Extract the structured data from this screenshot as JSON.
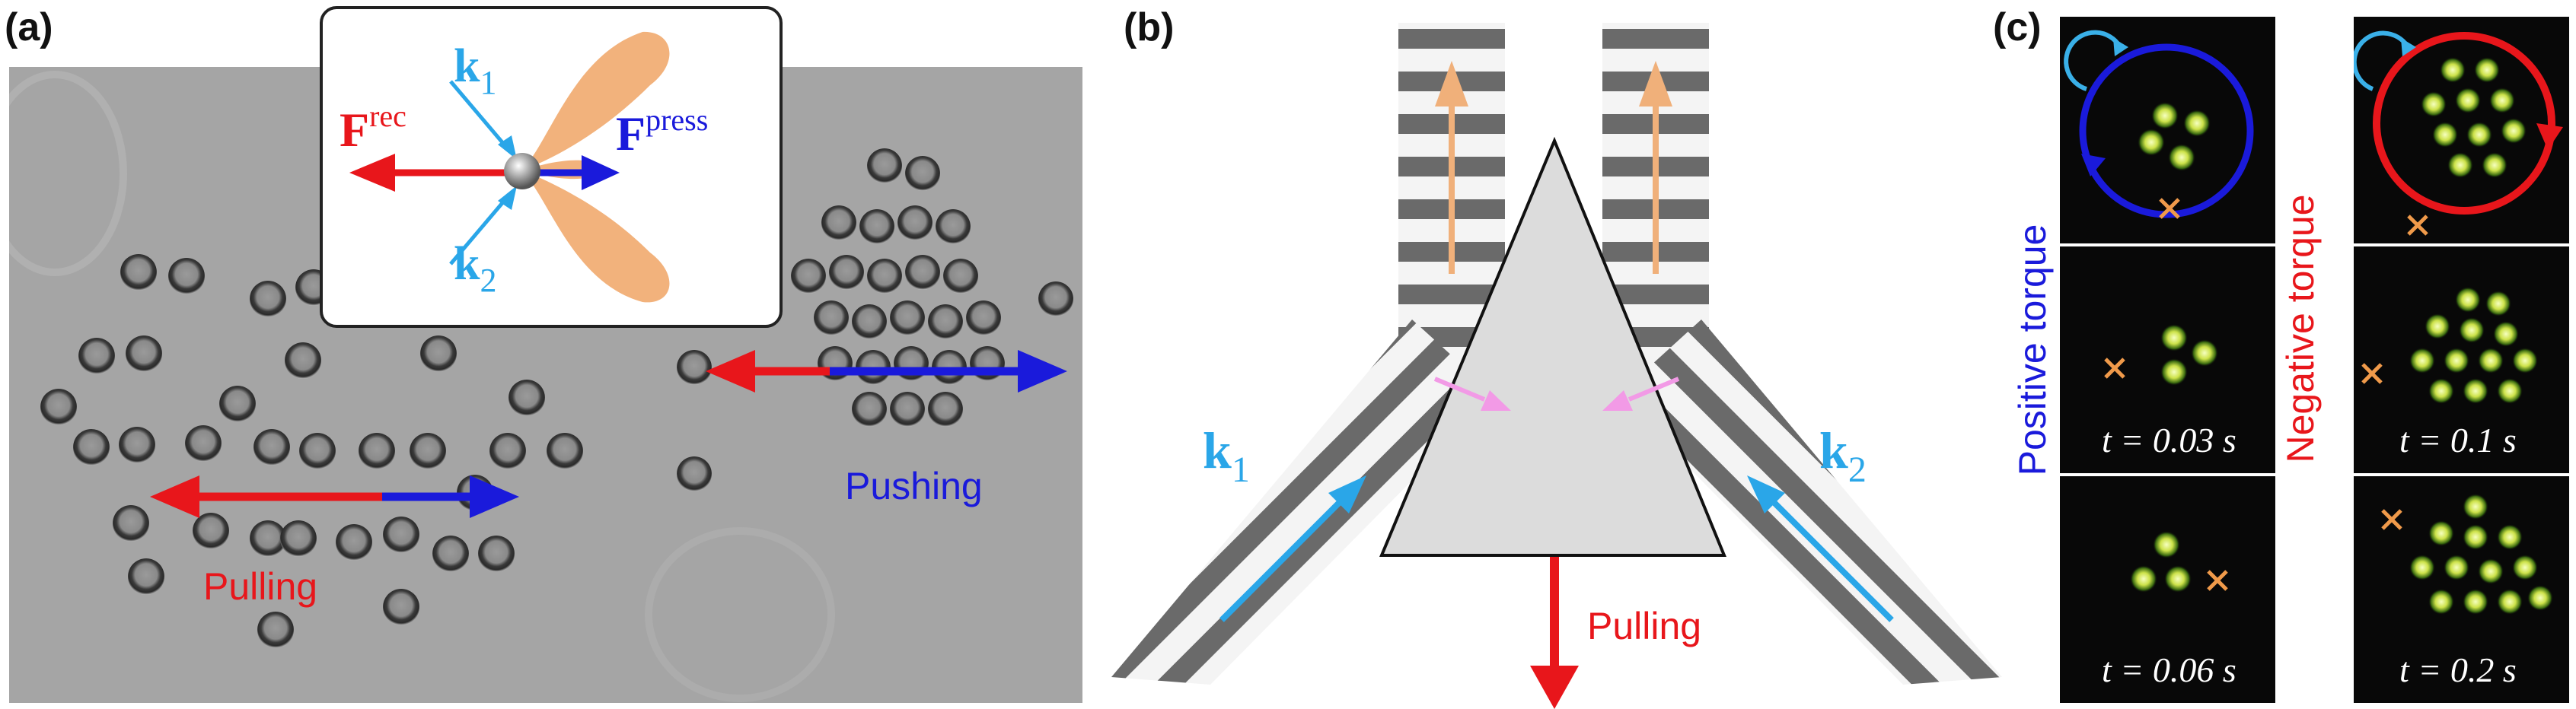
{
  "panels": {
    "a": {
      "label": "(a)",
      "inset": {
        "k1_sym": "k",
        "k1_sub": "1",
        "k2_sym": "k",
        "k2_sub": "2",
        "frec_sym": "F",
        "frec_sup": "rec",
        "fpress_sym": "F",
        "fpress_sup": "press"
      },
      "pushing_label": "Pushing",
      "pulling_label": "Pulling"
    },
    "b": {
      "label": "(b)",
      "k1_sym": "k",
      "k1_sub": "1",
      "k2_sym": "k",
      "k2_sub": "2",
      "pulling_label": "Pulling"
    },
    "c": {
      "label": "(c)",
      "positive_label": "Positive torque",
      "negative_label": "Negative torque",
      "t_left_mid": "t = 0.03 s",
      "t_left_bot": "t = 0.06 s",
      "t_right_mid": "t = 0.1 s",
      "t_right_bot": "t = 0.2 s"
    }
  },
  "colors": {
    "red": "#e8161b",
    "blue": "#1a1adb",
    "lightblue": "#2aa6e8",
    "orange": "#f0b07a",
    "pink": "#f29ae6"
  }
}
